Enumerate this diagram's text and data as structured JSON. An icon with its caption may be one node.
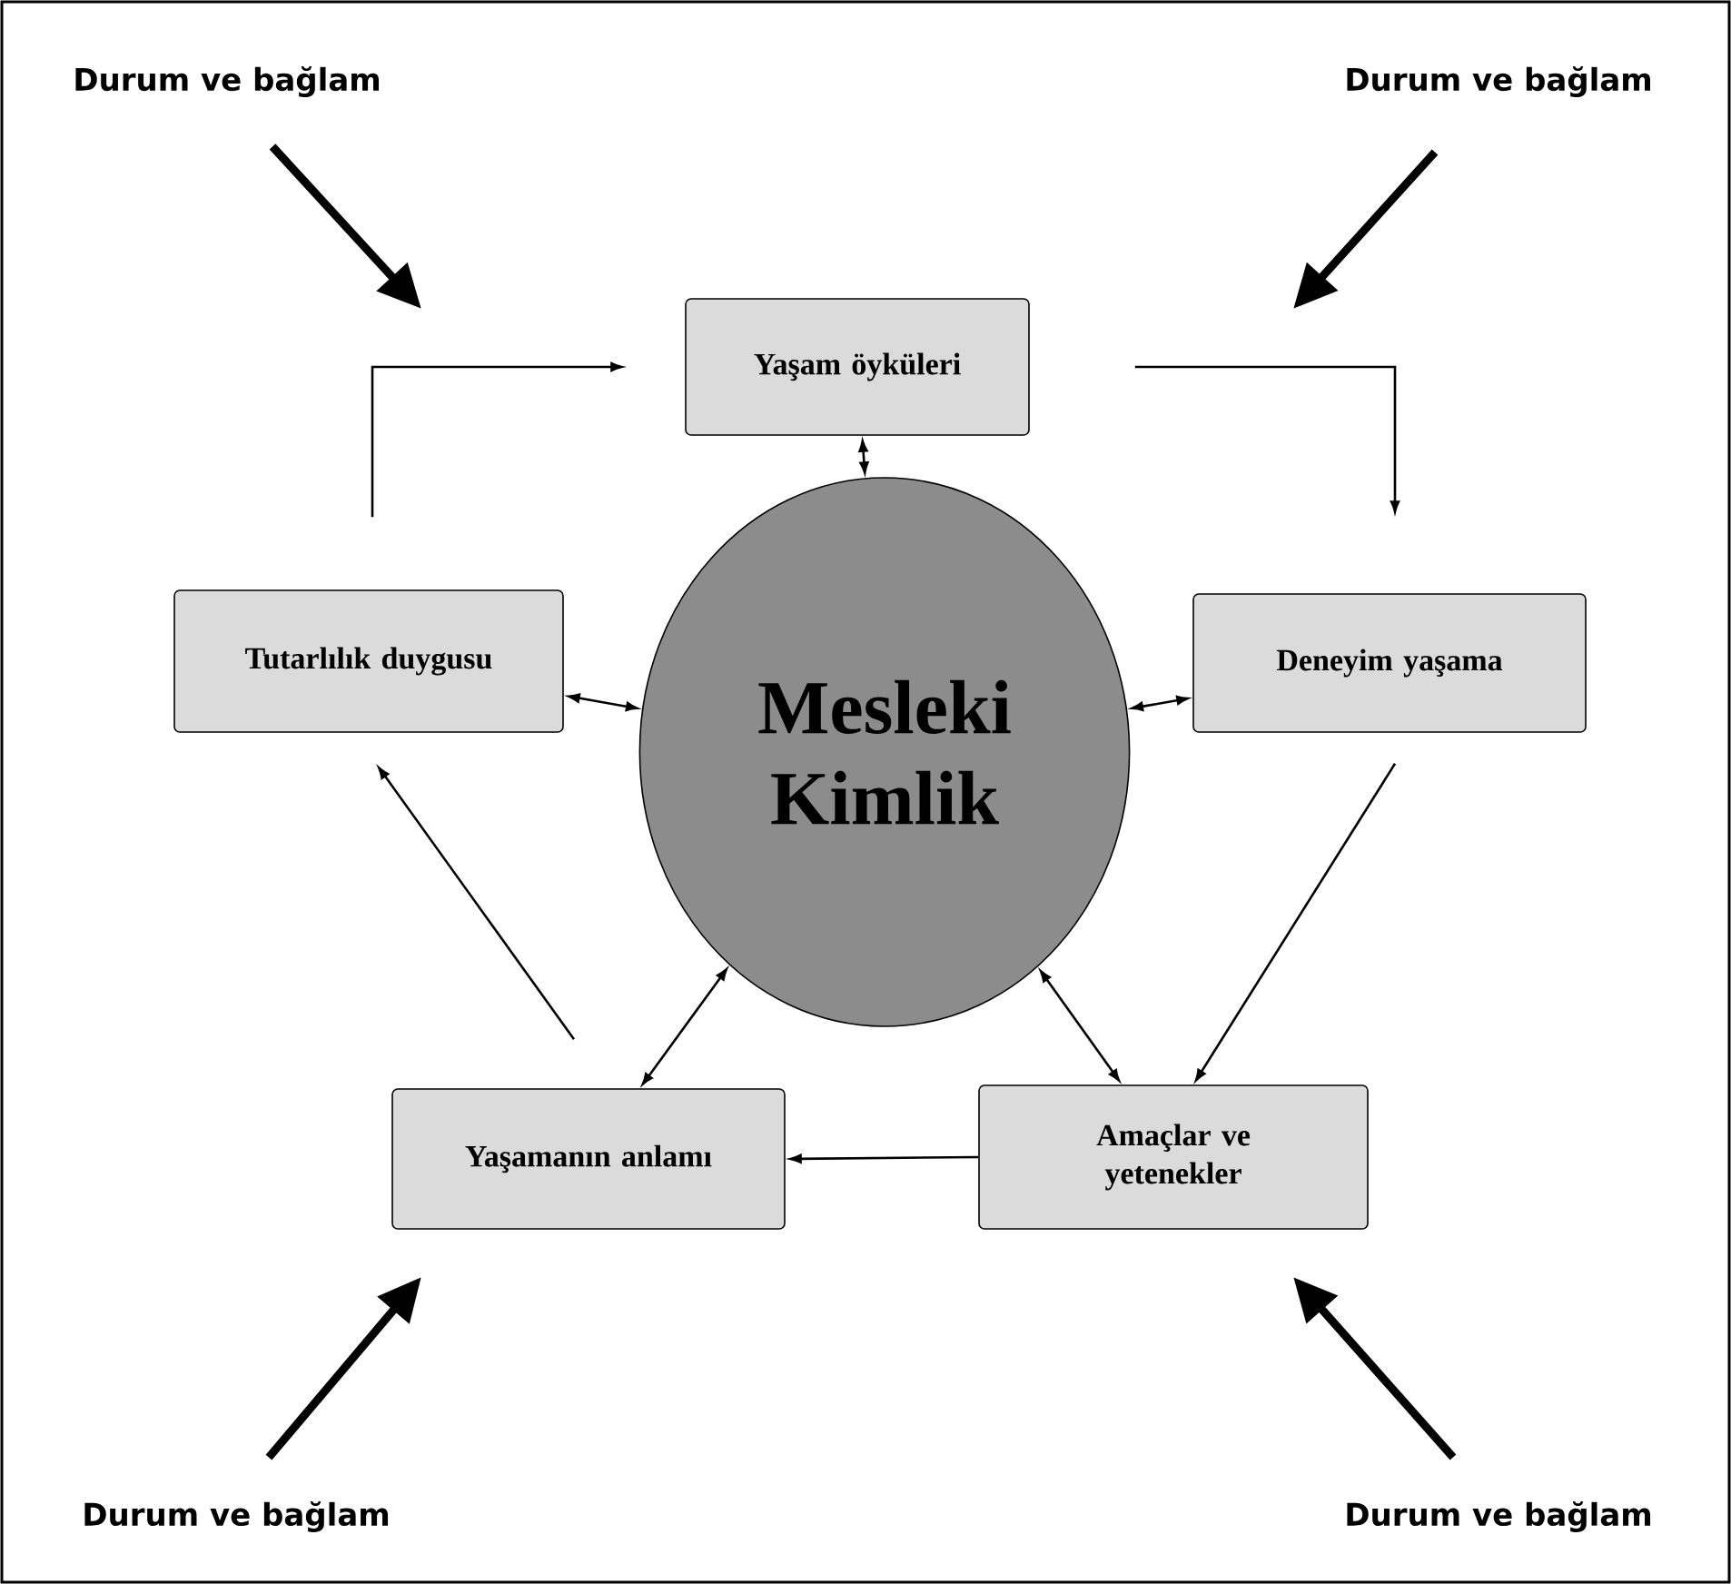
{
  "diagram": {
    "nodes": [
      {
        "text": [
          "Durum ve bağlam"
        ]
      },
      {
        "text": [
          "Durum ve bağlam"
        ]
      },
      {
        "text": [
          "Yaşam öyküleri"
        ]
      },
      {
        "text": [
          "Tutarlılık duygusu"
        ]
      },
      {
        "text": [
          "Mesleki Kimlik"
        ]
      },
      {
        "text": [
          "Deneyim yaşama"
        ]
      },
      {
        "text": [
          "Yaşamanın anlamı"
        ]
      },
      {
        "text": [
          "Amaçlar ve yetenekler"
        ]
      },
      {
        "text": [
          "Durum ve bağlam"
        ]
      },
      {
        "text": [
          "Durum ve bağlam"
        ]
      }
    ],
    "edges": [
      {
        "from": 0,
        "to": null,
        "arrow": "to",
        "style": "thick"
      },
      {
        "from": 1,
        "to": null,
        "arrow": "to",
        "style": "thick"
      },
      {
        "from": 8,
        "to": null,
        "arrow": "to",
        "style": "thick"
      },
      {
        "from": 9,
        "to": null,
        "arrow": "to",
        "style": "thick"
      },
      {
        "from": 3,
        "to": 2,
        "arrow": "to"
      },
      {
        "from": 2,
        "to": 5,
        "arrow": "to"
      },
      {
        "from": 5,
        "to": 7,
        "arrow": "to"
      },
      {
        "from": 7,
        "to": 6,
        "arrow": "to"
      },
      {
        "from": 6,
        "to": 3,
        "arrow": "to"
      },
      {
        "from": 4,
        "to": 2,
        "arrow": "both"
      },
      {
        "from": 4,
        "to": 3,
        "arrow": "both"
      },
      {
        "from": 4,
        "to": 5,
        "arrow": "both"
      },
      {
        "from": 4,
        "to": 6,
        "arrow": "both"
      },
      {
        "from": 4,
        "to": 7,
        "arrow": "both"
      }
    ]
  }
}
